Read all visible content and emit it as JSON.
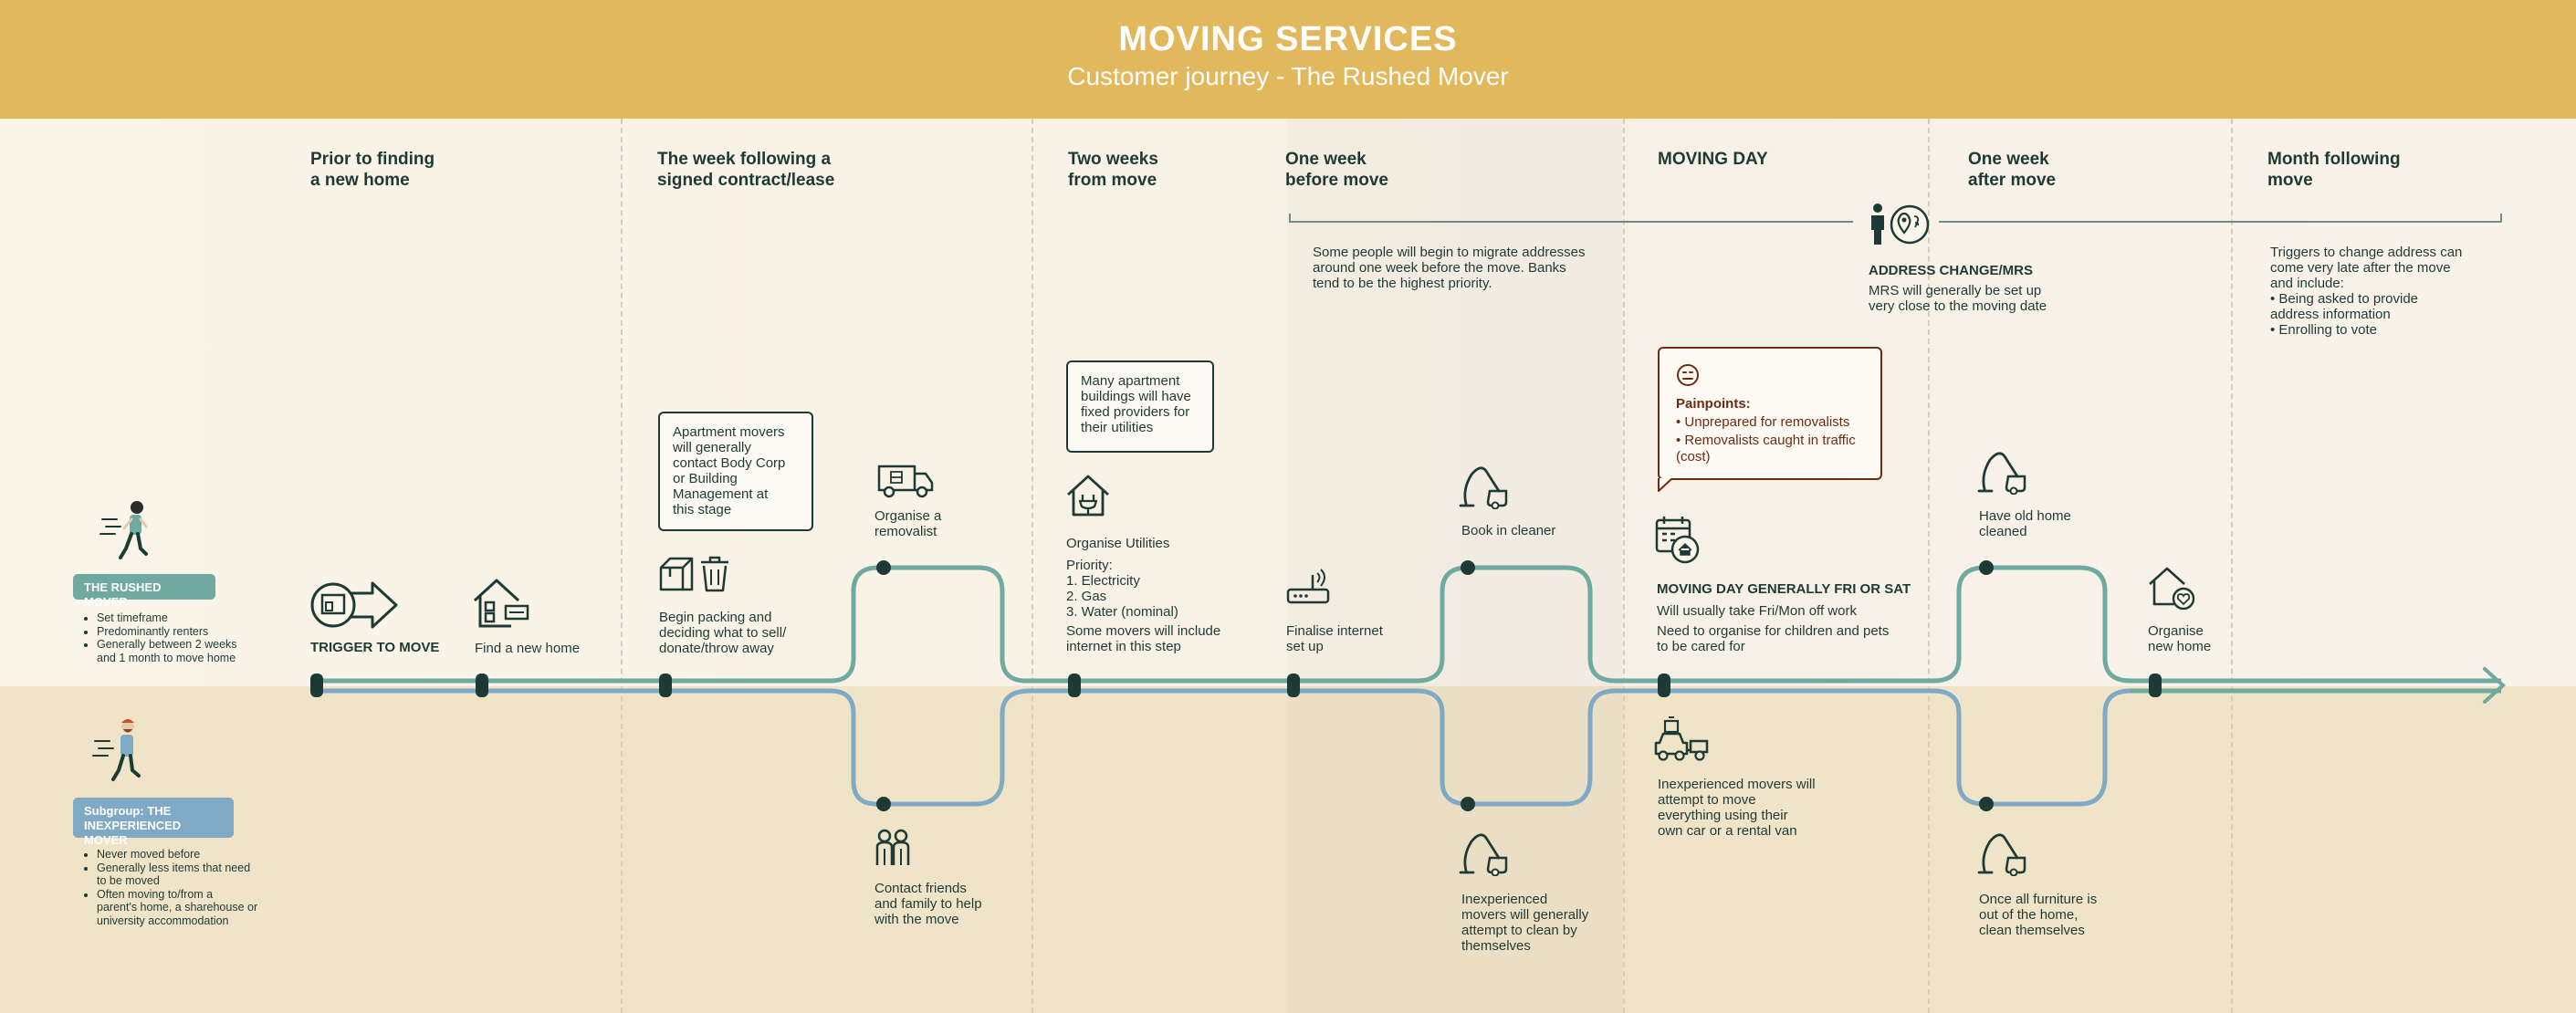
{
  "header": {
    "title": "MOVING SERVICES",
    "subtitle": "Customer journey - The Rushed Mover"
  },
  "stages": [
    "Prior to finding\na new home",
    "The week following a\nsigned contract/lease",
    "Two weeks\nfrom move",
    "One week\nbefore move",
    "MOVING DAY",
    "One week\nafter move",
    "Month following\nmove"
  ],
  "personas": {
    "primary": {
      "badge": "THE RUSHED MOVER",
      "bullets": [
        "Set timeframe",
        "Predominantly renters",
        "Generally between 2 weeks\nand 1 month to move home"
      ]
    },
    "subgroup": {
      "badge": "Subgroup: THE\nINEXPERIENCED MOVER",
      "bullets": [
        "Never moved before",
        "Generally less items that need\nto be moved",
        "Often moving to/from a\nparent's home, a sharehouse or\nuniversity accommodation"
      ]
    }
  },
  "steps": {
    "trigger": "TRIGGER TO MOVE",
    "find_home": "Find a new home",
    "begin_packing": "Begin packing and\ndeciding what to sell/\ndonate/throw away",
    "organise_removalist": "Organise a\nremovalist",
    "contact_friends": "Contact friends\nand family to help\nwith the move",
    "organise_utilities_title": "Organise Utilities",
    "organise_utilities_body": "Priority:\n1. Electricity\n2. Gas\n3. Water (nominal)",
    "organise_utilities_note": "Some movers will include\ninternet in this step",
    "finalise_internet": "Finalise internet\nset up",
    "book_cleaner": "Book in cleaner",
    "inexperienced_clean": "Inexperienced\nmovers will generally\nattempt to clean by\nthemselves",
    "moving_day_title": "MOVING DAY GENERALLY FRI OR SAT",
    "moving_day_line1": "Will usually take Fri/Mon off work",
    "moving_day_line2": "Need to organise for children and pets\nto be cared for",
    "inexperienced_move": "Inexperienced movers will\nattempt to move\neverything using their\nown car or a rental van",
    "old_home_cleaned": "Have old home\ncleaned",
    "clean_themselves": "Once all furniture is\nout of the home,\nclean themselves",
    "organise_new_home": "Organise\nnew home"
  },
  "notes": {
    "apartment_movers": "Apartment movers\nwill generally\ncontact Body Corp\nor Building\nManagement at\nthis stage",
    "apartment_utilities": "Many apartment\nbuildings will have\nfixed providers for\ntheir utilities",
    "migrate_addresses": "Some people will begin to migrate addresses\naround one week before the move. Banks\ntend to be the highest priority.",
    "address_change_title": "ADDRESS CHANGE/MRS",
    "address_change_body": "MRS will generally be set up\nvery close to the moving date",
    "month_following": "Triggers to change address can\ncome very late after the move\nand include:\n• Being asked to provide\naddress information\n• Enrolling to vote"
  },
  "painpoints": {
    "title": "Painpoints:",
    "items": [
      "• Unprepared for removalists",
      "• Removalists caught in traffic\n(cost)"
    ]
  },
  "icons": [
    "running-person-icon",
    "running-person-bearded-icon",
    "trigger-arrow-icon",
    "house-for-sale-icon",
    "box-bin-icon",
    "removal-truck-icon",
    "friends-icon",
    "house-plug-icon",
    "router-icon",
    "vacuum-icon",
    "calendar-home-icon",
    "car-trailer-icon",
    "person-location-icon",
    "home-heart-icon"
  ],
  "colors": {
    "header": "#e2b85c",
    "primary_line": "#6faaa0",
    "alt_line": "#7fa9c4",
    "node": "#1e3a36",
    "primary_badge": "#6fa9a0",
    "subgroup_badge": "#7fa9c4",
    "painpoint": "#6b2c14"
  }
}
